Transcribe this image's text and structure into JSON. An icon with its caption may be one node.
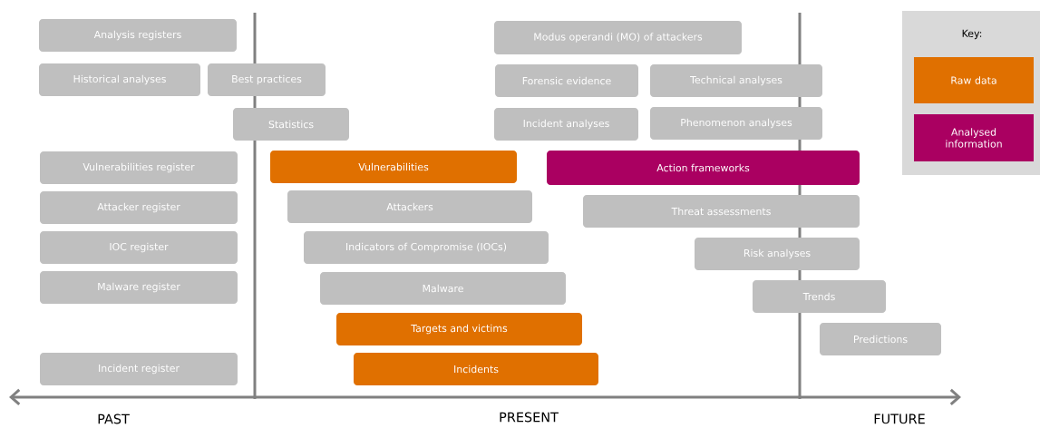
{
  "diagram": {
    "nodes": [
      {
        "text": [
          "Analysis registers"
        ]
      },
      {
        "text": [
          "Historical analyses"
        ]
      },
      {
        "text": [
          "Best practices"
        ]
      },
      {
        "text": [
          "Statistics"
        ]
      },
      {
        "text": [
          "Vulnerabilities register"
        ]
      },
      {
        "text": [
          "Attacker register"
        ]
      },
      {
        "text": [
          "IOC register"
        ]
      },
      {
        "text": [
          "Malware register"
        ]
      },
      {
        "text": [
          "Incident register"
        ]
      },
      {
        "text": [
          "Vulnerabilities"
        ]
      },
      {
        "text": [
          "Attackers"
        ]
      },
      {
        "text": [
          "Indicators of Compromise (IOCs)"
        ]
      },
      {
        "text": [
          "Malware"
        ]
      },
      {
        "text": [
          "Targets and victims"
        ]
      },
      {
        "text": [
          "Incidents"
        ]
      },
      {
        "text": [
          "Modus operandi (MO) of attackers"
        ]
      },
      {
        "text": [
          "Forensic evidence"
        ]
      },
      {
        "text": [
          "Technical analyses"
        ]
      },
      {
        "text": [
          "Incident analyses"
        ]
      },
      {
        "text": [
          "Phenomenon analyses"
        ]
      },
      {
        "text": [
          "Action frameworks"
        ]
      },
      {
        "text": [
          "Threat assessments"
        ]
      },
      {
        "text": [
          "Risk analyses"
        ]
      },
      {
        "text": [
          "Trends"
        ]
      },
      {
        "text": [
          "Predictions"
        ]
      }
    ],
    "labels": [
      "Key:",
      "PAST",
      "PRESENT",
      "FUTURE"
    ],
    "legend": [
      {
        "text": "Raw data",
        "color": "#e07000"
      },
      {
        "text": "Analysed information",
        "color": "#aa0061"
      }
    ]
  }
}
